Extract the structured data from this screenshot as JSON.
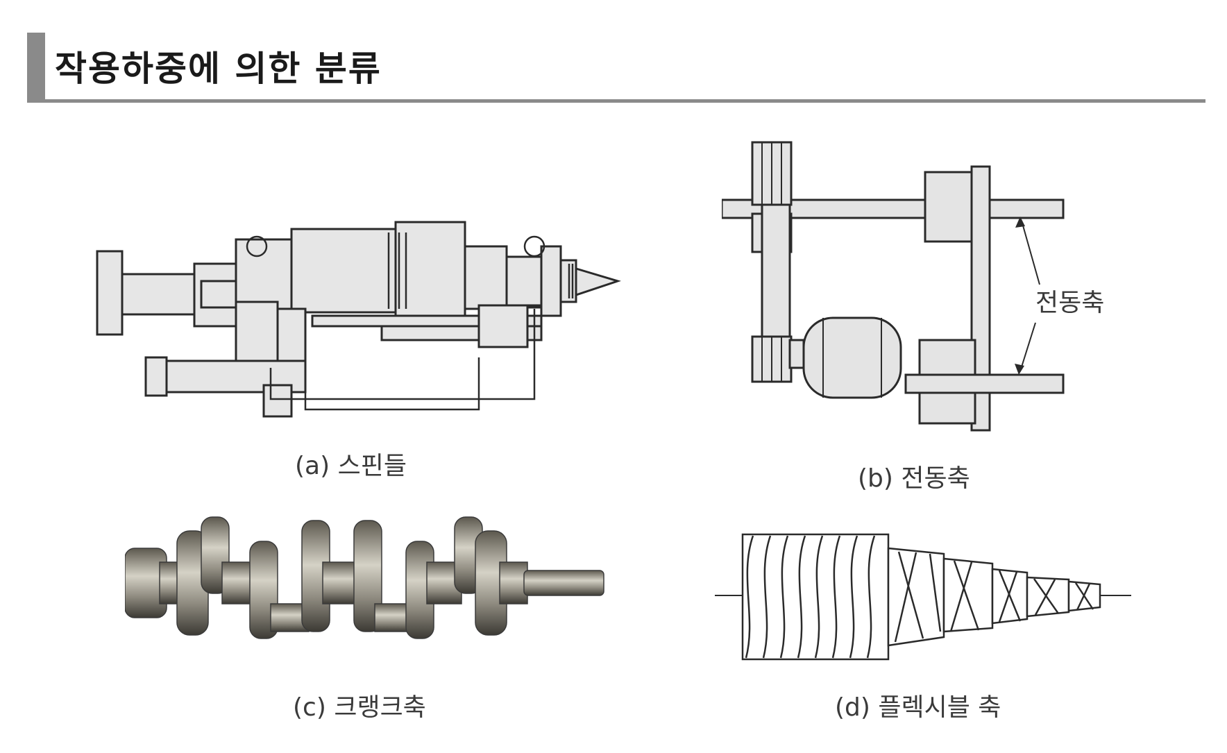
{
  "header": {
    "title": "작용하중에 의한 분류"
  },
  "figures": {
    "a": {
      "caption": "(a) 스핀들"
    },
    "b": {
      "caption": "(b) 전동축",
      "callout": "전동축"
    },
    "c": {
      "caption": "(c) 크랭크축"
    },
    "d": {
      "caption": "(d) 플렉시블 축"
    }
  },
  "colors": {
    "accent_bar": "#8a8a8a",
    "line": "#2a2a2a",
    "fill": "#e4e4e4"
  }
}
